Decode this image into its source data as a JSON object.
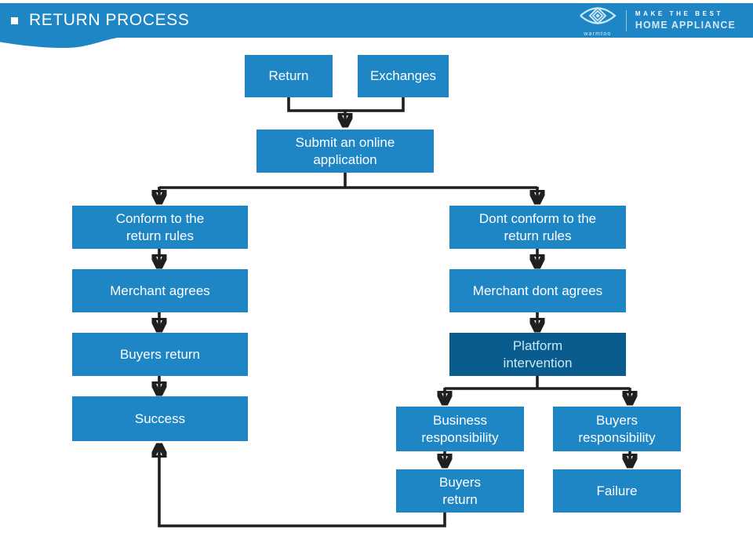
{
  "header": {
    "title": "RETURN PROCESS",
    "brand": {
      "logo_name": "warmtoo",
      "tagline_top": "MAKE THE BEST",
      "tagline_bottom": "HOME APPLIANCE"
    }
  },
  "colors": {
    "primary_blue": "#1E86C5",
    "dark_blue": "#0A5B8E",
    "connector": "#1F1F1F",
    "box_text": "#FFFFFF",
    "dark_box_text": "#C9E9F6"
  },
  "flowchart": {
    "nodes": {
      "return": {
        "label": "Return"
      },
      "exchanges": {
        "label": "Exchanges"
      },
      "submit": {
        "label": "Submit an online\napplication"
      },
      "conform": {
        "label": "Conform to the\nreturn rules"
      },
      "dont_conform": {
        "label": "Dont conform to the\nreturn rules"
      },
      "merchant_agrees": {
        "label": "Merchant agrees"
      },
      "merchant_dont_agrees": {
        "label": "Merchant dont agrees"
      },
      "buyers_return_left": {
        "label": "Buyers return"
      },
      "platform_intervention": {
        "label": "Platform\nintervention"
      },
      "success": {
        "label": "Success"
      },
      "business_responsibility": {
        "label": "Business\nresponsibility"
      },
      "buyers_responsibility": {
        "label": "Buyers\nresponsibility"
      },
      "buyers_return_right": {
        "label": "Buyers\nreturn"
      },
      "failure": {
        "label": "Failure"
      }
    },
    "edges": [
      {
        "from": "return",
        "to": "submit"
      },
      {
        "from": "exchanges",
        "to": "submit"
      },
      {
        "from": "submit",
        "to": "conform"
      },
      {
        "from": "submit",
        "to": "dont_conform"
      },
      {
        "from": "conform",
        "to": "merchant_agrees"
      },
      {
        "from": "merchant_agrees",
        "to": "buyers_return_left"
      },
      {
        "from": "buyers_return_left",
        "to": "success"
      },
      {
        "from": "dont_conform",
        "to": "merchant_dont_agrees"
      },
      {
        "from": "merchant_dont_agrees",
        "to": "platform_intervention"
      },
      {
        "from": "platform_intervention",
        "to": "business_responsibility"
      },
      {
        "from": "platform_intervention",
        "to": "buyers_responsibility"
      },
      {
        "from": "business_responsibility",
        "to": "buyers_return_right"
      },
      {
        "from": "buyers_responsibility",
        "to": "failure"
      },
      {
        "from": "buyers_return_right",
        "to": "success"
      }
    ]
  }
}
